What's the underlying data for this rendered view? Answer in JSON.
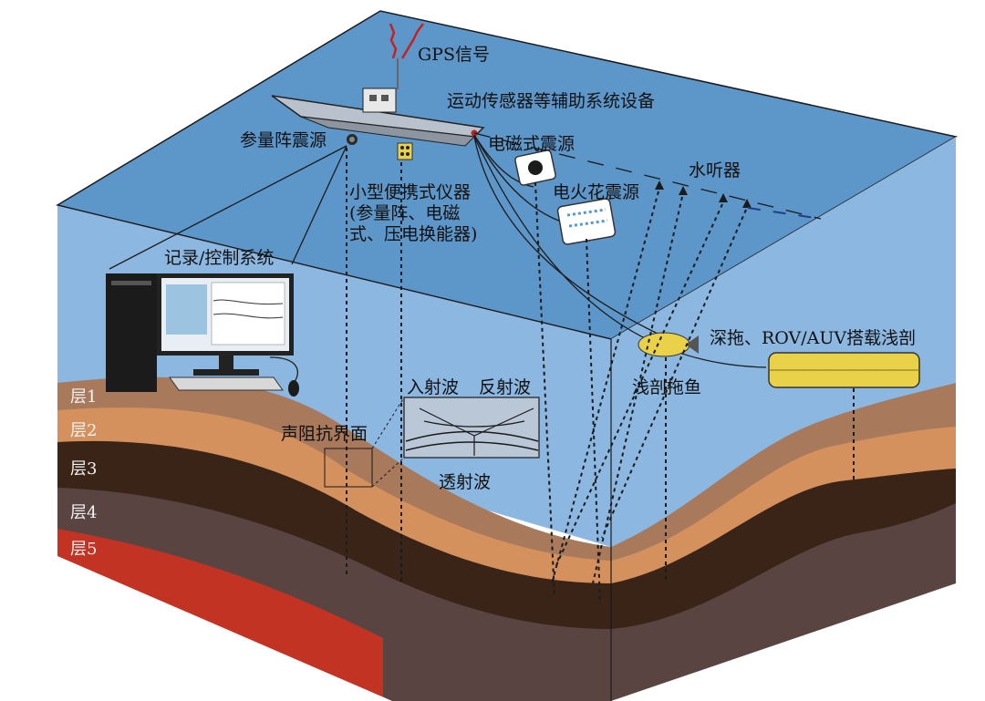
{
  "labels": {
    "gps": "GPS信号",
    "motion_sensor": "运动传感器等辅助系统设备",
    "param_array_source": "参量阵震源",
    "em_source": "电磁式震源",
    "hydrophone": "水听器",
    "spark_source": "电火花震源",
    "portable_instrument": "小型便携式仪器\n(参量阵、电磁\n式、压电换能器)",
    "record_control": "记录/控制系统",
    "deep_tow": "深拖、ROV/AUV搭载浅剖",
    "sbp_fish": "浅剖拖鱼",
    "incident_wave": "入射波",
    "reflected_wave": "反射波",
    "transmitted_wave": "透射波",
    "impedance_interface": "声阻抗界面"
  },
  "layers": [
    "层1",
    "层2",
    "层3",
    "层4",
    "层5"
  ],
  "colors": {
    "water_top": "#5d96c8",
    "water_side": "#8db6e0",
    "layer1": "#a8795a",
    "layer2": "#d4915e",
    "layer3": "#3a2418",
    "layer4": "#5a4442",
    "layer5": "#c23324",
    "device_yellow": "#e9d24a"
  }
}
